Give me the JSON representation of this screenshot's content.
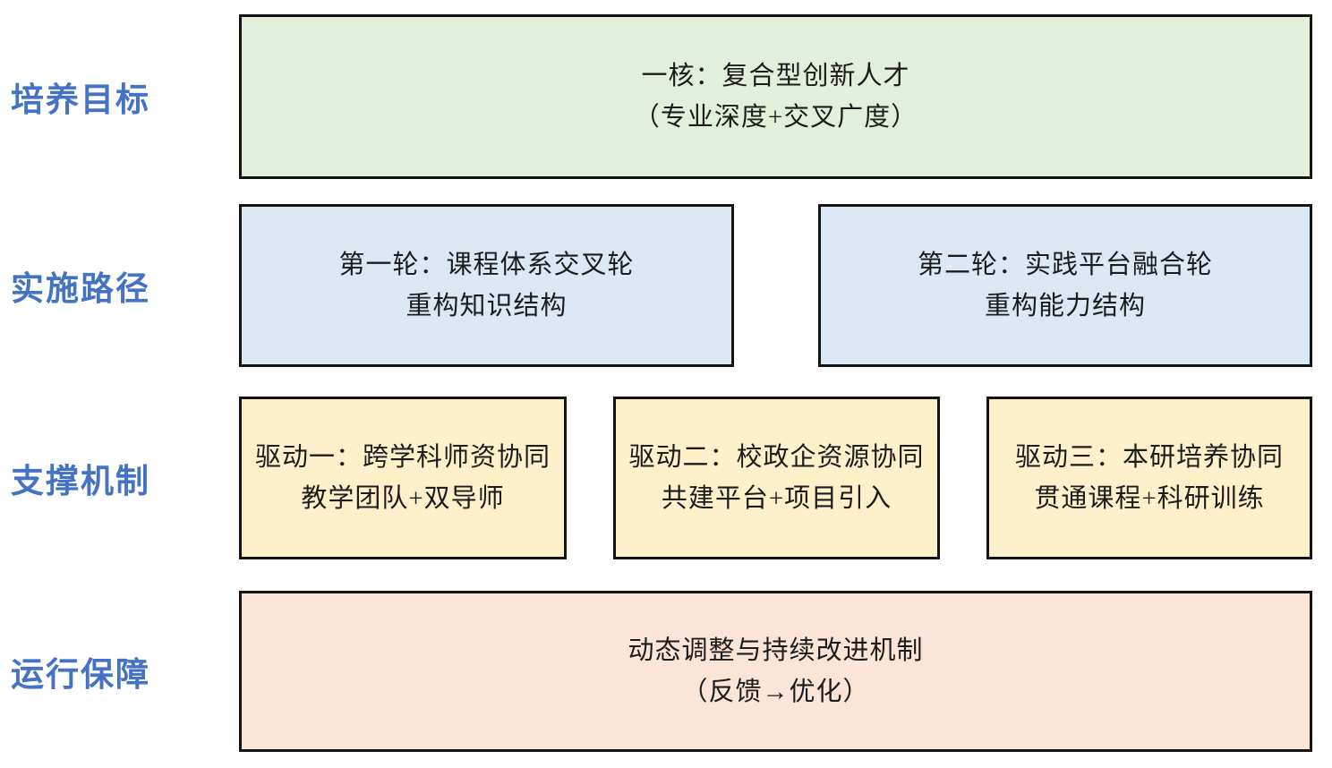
{
  "colors": {
    "label_blue": "#4472C4",
    "box_border": "#141414",
    "box_text": "#1c1c1c",
    "green": "#E2EFDA",
    "blue": "#DCE9F5",
    "yellow": "#FDF0CB",
    "orange": "#FAE5D6"
  },
  "rows": [
    {
      "label": "培养目标",
      "boxes": [
        {
          "line1": "一核：复合型创新人才",
          "line2": "（专业深度+交叉广度）",
          "fill": "green"
        }
      ]
    },
    {
      "label": "实施路径",
      "boxes": [
        {
          "line1": "第一轮：课程体系交叉轮",
          "line2": "重构知识结构",
          "fill": "blue"
        },
        {
          "line1": "第二轮：实践平台融合轮",
          "line2": "重构能力结构",
          "fill": "blue"
        }
      ]
    },
    {
      "label": "支撑机制",
      "boxes": [
        {
          "line1": "驱动一：跨学科师资协同",
          "line2": "教学团队+双导师",
          "fill": "yellow"
        },
        {
          "line1": "驱动二：校政企资源协同",
          "line2": "共建平台+项目引入",
          "fill": "yellow"
        },
        {
          "line1": "驱动三：本研培养协同",
          "line2": "贯通课程+科研训练",
          "fill": "yellow"
        }
      ]
    },
    {
      "label": "运行保障",
      "boxes": [
        {
          "line1": "动态调整与持续改进机制",
          "line2": "（反馈→优化）",
          "fill": "orange"
        }
      ]
    }
  ]
}
